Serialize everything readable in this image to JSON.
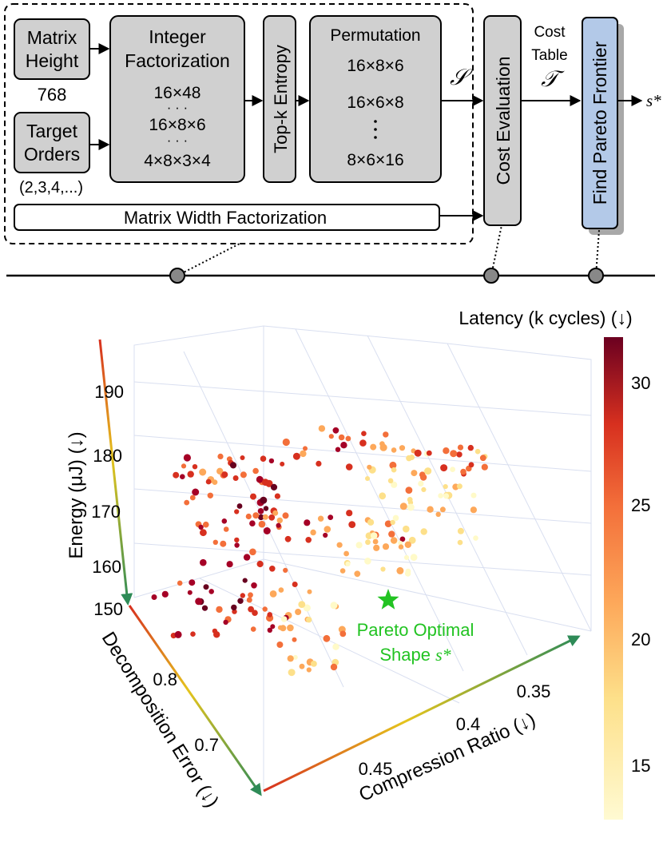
{
  "pipeline": {
    "matrix_height": "Matrix Height",
    "height_value": "768",
    "target_orders": "Target Orders",
    "orders_value": "(2,3,4,...)",
    "integer_factorization": "Integer Factorization",
    "int_items": [
      "16×48",
      "· · ·",
      "16×8×6",
      "· · ·",
      "4×8×3×4"
    ],
    "topk_entropy": "Top-k Entropy",
    "permutation": "Permutation",
    "perm_items": [
      "16×8×6",
      "16×6×8",
      "8×6×16"
    ],
    "set_symbol": "𝒮",
    "width_factorization": "Matrix Width Factorization",
    "cost_evaluation": "Cost Evaluation",
    "cost_table": "Cost Table",
    "cost_table_symbol": "𝒯",
    "find_pareto": "Find Pareto Frontier",
    "output_symbol": "s*"
  },
  "plot": {
    "energy_axis": "Energy (μJ) (↓)",
    "energy_ticks": [
      "150",
      "160",
      "170",
      "180",
      "190"
    ],
    "error_axis": "Decomposition Error (↓)",
    "error_ticks": [
      "0.8",
      "0.7"
    ],
    "ratio_axis": "Compression Ratio (↓)",
    "ratio_ticks": [
      "0.45",
      "0.4",
      "0.35"
    ],
    "annotation_line1": "Pareto Optimal",
    "annotation_line2": "Shape s*",
    "colorbar_title": "Latency (k cycles) (↓)",
    "colorbar_ticks": [
      "30",
      "25",
      "20",
      "15"
    ],
    "colors": {
      "box_fill": "#d0d0d0",
      "pareto_fill": "#b3c9e8",
      "star": "#22c322",
      "annotation": "#22c322",
      "colorscale": [
        "#fffac8",
        "#fde08a",
        "#fda85a",
        "#f36f3a",
        "#d7301f",
        "#a50026",
        "#67001f"
      ]
    }
  }
}
